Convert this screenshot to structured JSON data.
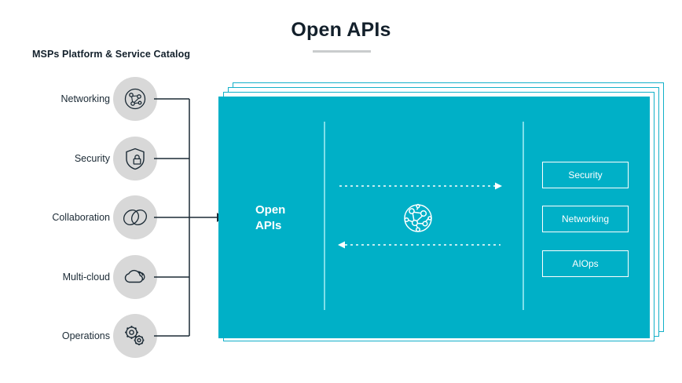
{
  "page": {
    "title": "Open APIs",
    "catalog_heading": "MSPs Platform & Service Catalog"
  },
  "catalog": {
    "items": [
      {
        "label": "Networking",
        "icon": "network-nodes-icon"
      },
      {
        "label": "Security",
        "icon": "shield-lock-icon"
      },
      {
        "label": "Collaboration",
        "icon": "overlapping-diamonds-icon"
      },
      {
        "label": "Multi-cloud",
        "icon": "clouds-icon"
      },
      {
        "label": "Operations",
        "icon": "gears-icon"
      }
    ]
  },
  "panel": {
    "label": "Open\nAPIs",
    "label_line1": "Open",
    "label_line2": "APIs",
    "center_icon": "network-topology-icon",
    "arrows": [
      {
        "name": "arrow-right-dotted",
        "direction": "right"
      },
      {
        "name": "arrow-left-dotted",
        "direction": "left"
      }
    ],
    "chips": [
      {
        "label": "Security"
      },
      {
        "label": "Networking"
      },
      {
        "label": "AIOps"
      }
    ]
  },
  "colors": {
    "accent": "#00b0c7",
    "panel_outline": "#12b0c9",
    "circle_bg": "#d8d8d8",
    "text_dark": "#13202b",
    "rule_gray": "#c9cccd"
  }
}
